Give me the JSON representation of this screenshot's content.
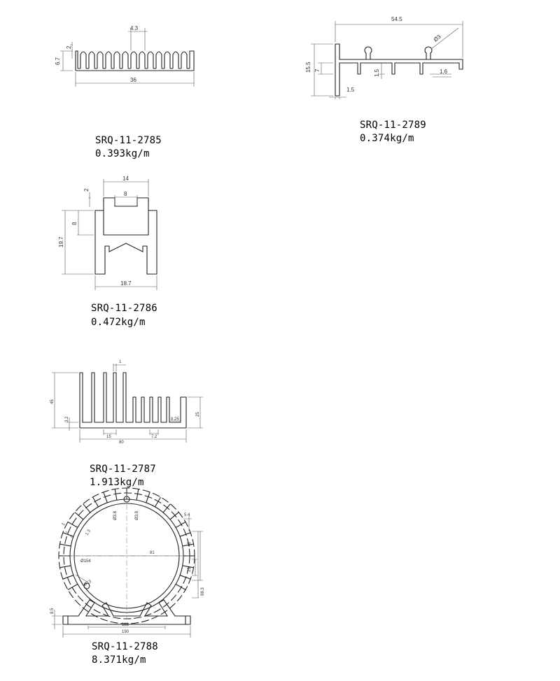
{
  "profiles": [
    {
      "id": "p2785",
      "code": "SRQ-11-2785",
      "weight": "0.393kg/m",
      "dims": {
        "pitch": "4.3",
        "fin_depth": "2",
        "height": "6.7",
        "width": "36"
      }
    },
    {
      "id": "p2789",
      "code": "SRQ-11-2789",
      "weight": "0.374kg/m",
      "dims": {
        "width": "54.5",
        "height": "15.5",
        "flange": "7",
        "rib": "1.5",
        "base": "1.5",
        "lip": "1.6",
        "diameter": "Ø3"
      }
    },
    {
      "id": "p2786",
      "code": "SRQ-11-2786",
      "weight": "0.472kg/m",
      "dims": {
        "top_width": "14",
        "slot_width": "8",
        "lip": "2",
        "slot_depth": "8",
        "height": "19.7",
        "width": "18.7"
      }
    },
    {
      "id": "p2787",
      "code": "SRQ-11-2787",
      "weight": "1.913kg/m",
      "dims": {
        "fin_thk": "1",
        "height": "45",
        "base": "3.2",
        "short_fin": "25",
        "wall": "8.25",
        "pitch_a": "15",
        "pitch_b": "7.2",
        "width": "80"
      }
    },
    {
      "id": "p2788",
      "code": "SRQ-11-2788",
      "weight": "8.371kg/m",
      "dims": {
        "fin": "1",
        "gap": "1.3",
        "d_inner": "Ø154",
        "d_hole": "Ø13",
        "d_small1": "Ø3.8",
        "d_small2": "Ø3.8",
        "span": "81",
        "top_w": "5.4",
        "r1": "48",
        "r2": "23",
        "r3": "98.3",
        "foot_h": "8.5",
        "inner_w": "128",
        "width": "190"
      }
    }
  ]
}
